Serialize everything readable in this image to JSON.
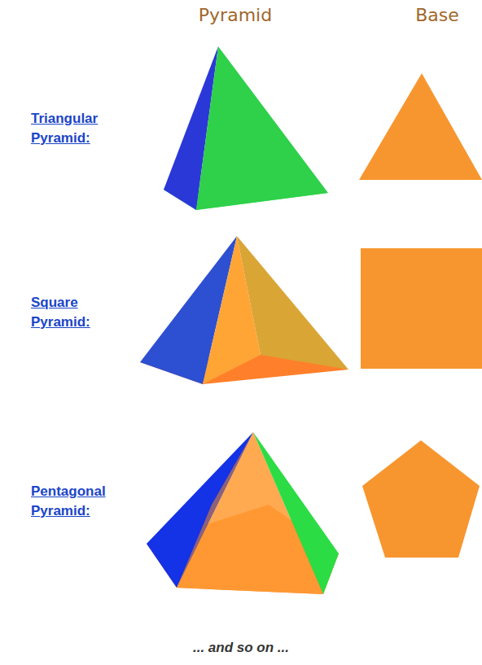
{
  "diagram": {
    "labels": [
      "Pyramid",
      "Base",
      "Triangular Pyramid:",
      "Square Pyramid:",
      "Pentagonal Pyramid:",
      "... and so on ..."
    ]
  }
}
